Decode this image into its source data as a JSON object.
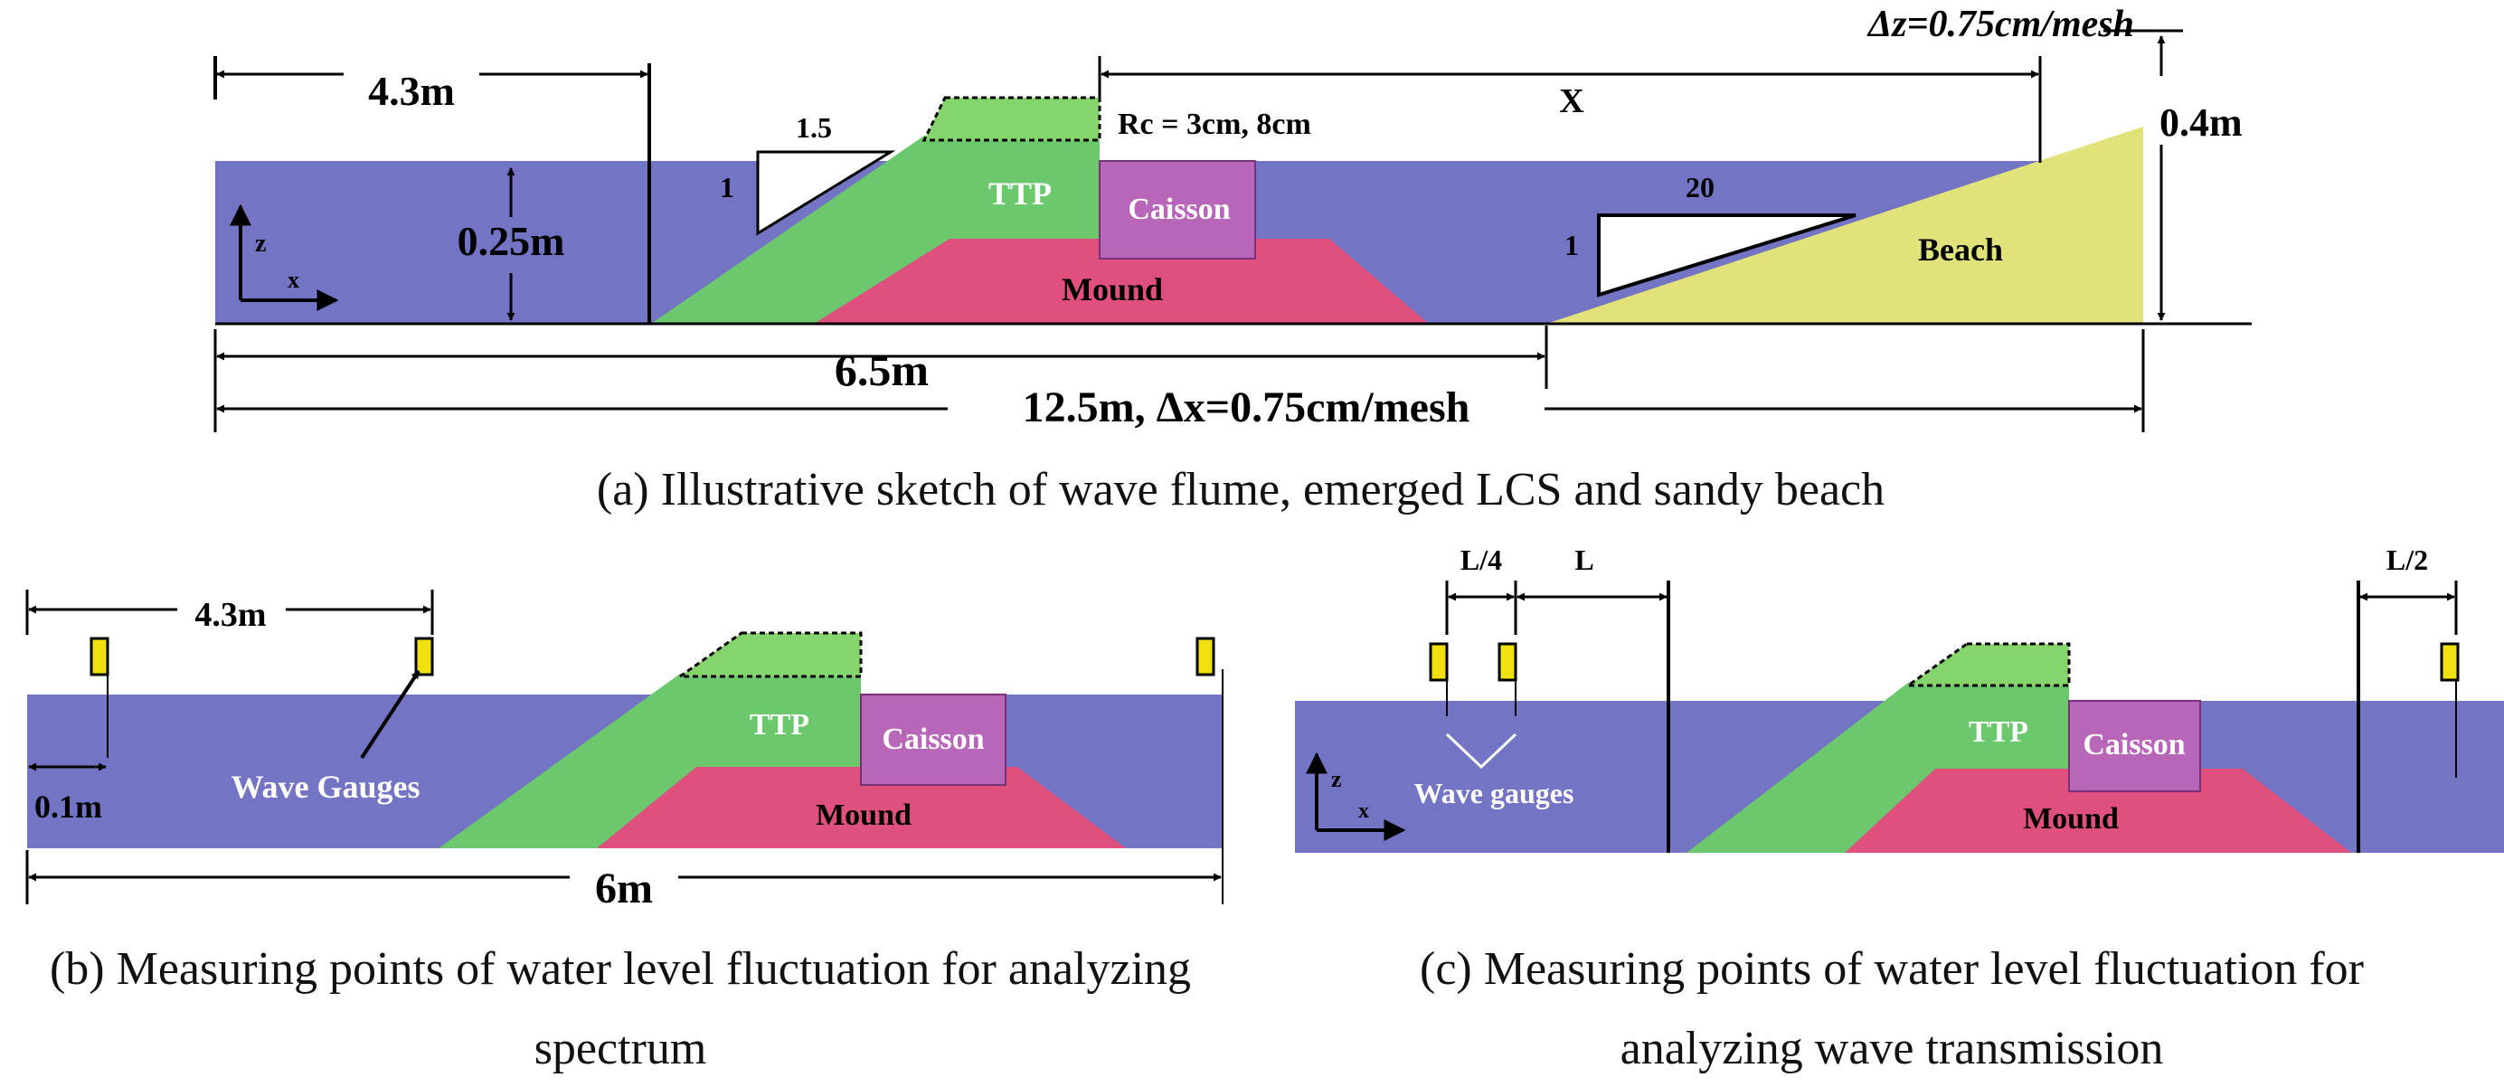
{
  "panel_a": {
    "caption": "(a) Illustrative sketch of wave flume, emerged LCS and sandy beach",
    "dim_offshore": "4.3m",
    "dim_depth": "0.25m",
    "dim_height": "0.4m",
    "dim_dz": "Δz=0.75cm/mesh",
    "dim_x": "X",
    "dim_6_5": "6.5m",
    "dim_total": "12.5m, Δx=0.75cm/mesh",
    "rc": "Rc = 3cm, 8cm",
    "slope_front_run": "1.5",
    "slope_front_rise": "1",
    "slope_beach_run": "20",
    "slope_beach_rise": "1",
    "ttp": "TTP",
    "caisson": "Caisson",
    "mound": "Mound",
    "beach": "Beach",
    "axis_z": "z",
    "axis_x": "x"
  },
  "panel_b": {
    "caption_line1": "(b) Measuring points of water level fluctuation for analyzing",
    "caption_line2": "spectrum",
    "dim_4_3": "4.3m",
    "dim_0_1": "0.1m",
    "dim_6": "6m",
    "wave_gauges": "Wave Gauges",
    "ttp": "TTP",
    "caisson": "Caisson",
    "mound": "Mound"
  },
  "panel_c": {
    "caption_line1": "(c) Measuring points of water level fluctuation for",
    "caption_line2": "analyzing wave transmission",
    "dim_l4": "L/4",
    "dim_l": "L",
    "dim_l2": "L/2",
    "wave_gauges": "Wave gauges",
    "ttp": "TTP",
    "caisson": "Caisson",
    "mound": "Mound",
    "axis_z": "z",
    "axis_x": "x"
  },
  "colors": {
    "water": "#7474c4",
    "ttp": "#6cc86c",
    "caisson": "#b866b8",
    "mound": "#e0507c",
    "beach": "#e2e27a",
    "gauge": "#f0e010"
  }
}
